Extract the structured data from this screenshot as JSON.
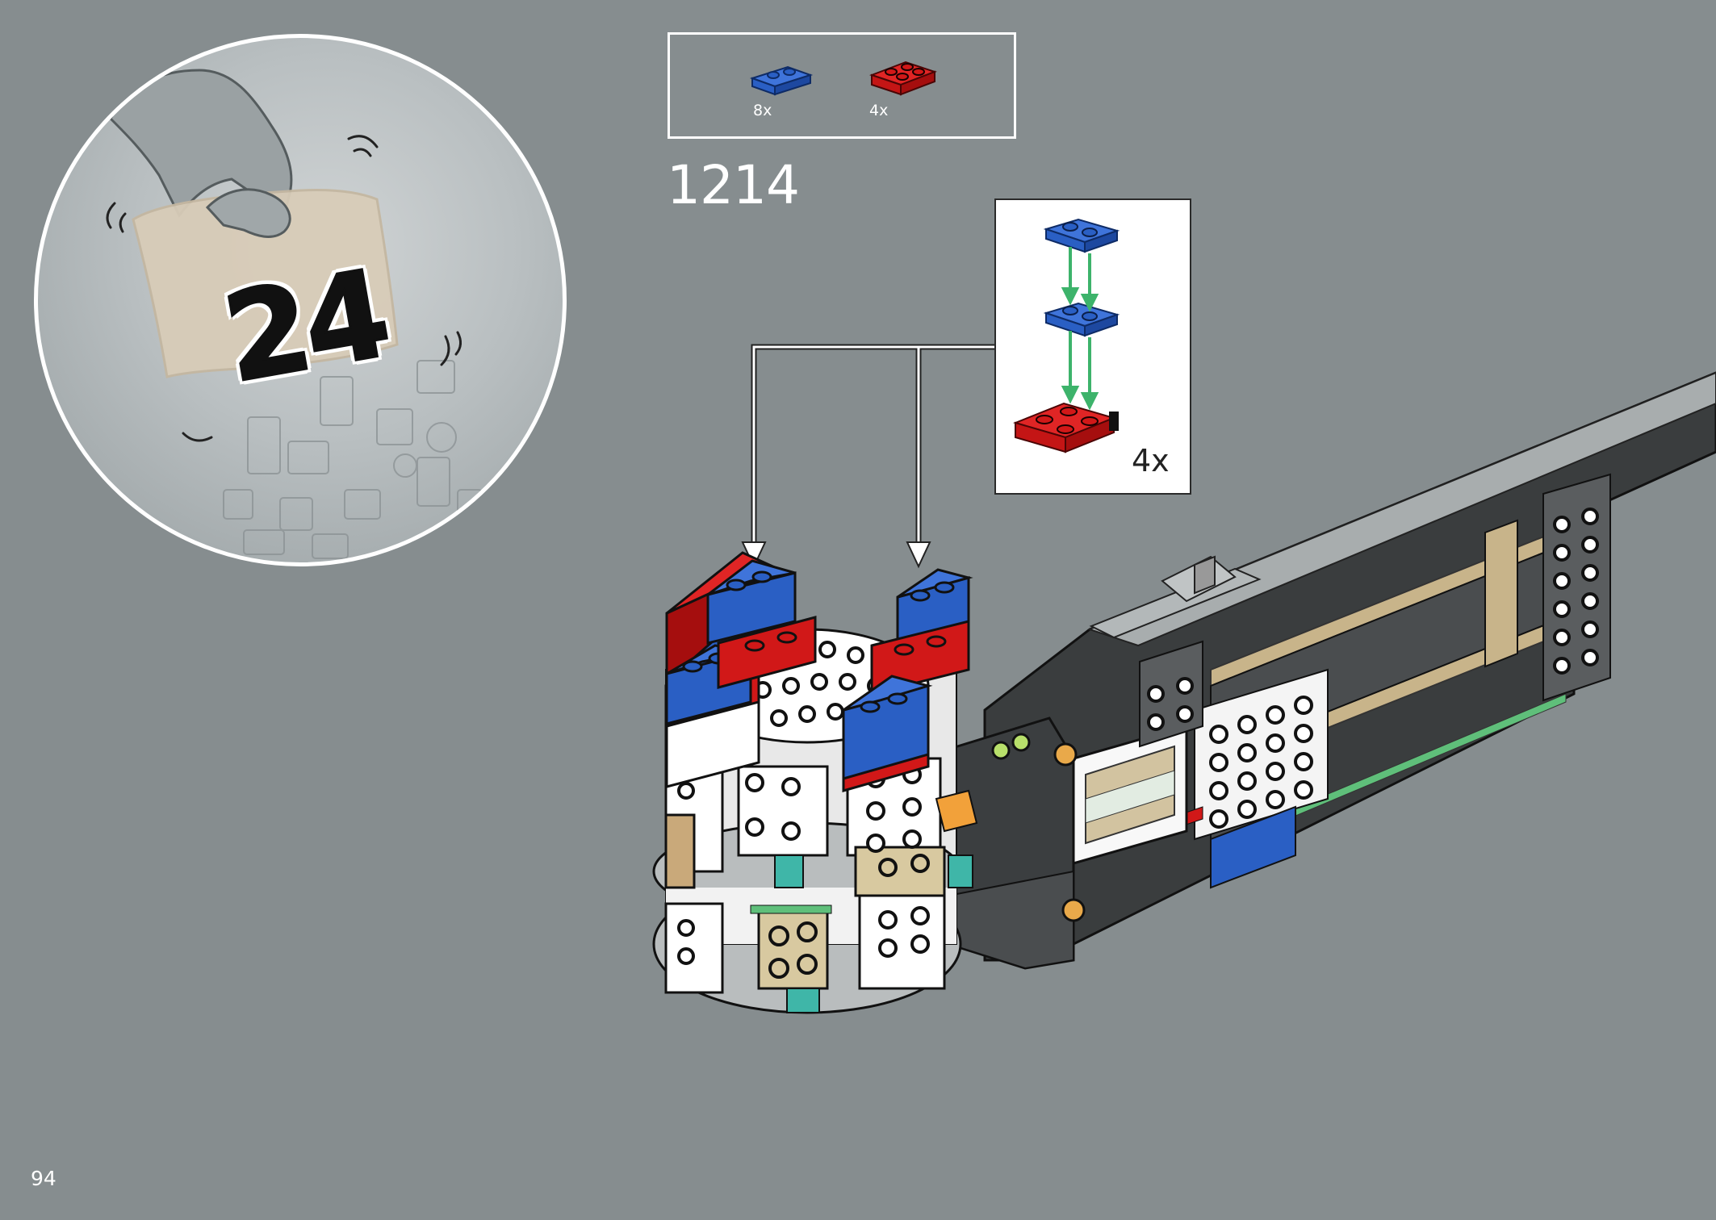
{
  "bag": {
    "number": "24"
  },
  "parts_list": [
    {
      "name": "blue-plate-1x2",
      "color": "#2a5fc4",
      "quantity": "8x"
    },
    {
      "name": "red-plate-2x2-offset",
      "color": "#d11818",
      "quantity": "4x"
    }
  ],
  "step": {
    "number": "1214"
  },
  "subassembly": {
    "quantity": "4x"
  },
  "page": {
    "number": "94"
  },
  "colors": {
    "background": "#868d8f",
    "brick_blue": "#2a5fc4",
    "brick_red": "#d11818",
    "arrow_green": "#3db36b",
    "frame_white": "#ffffff"
  }
}
